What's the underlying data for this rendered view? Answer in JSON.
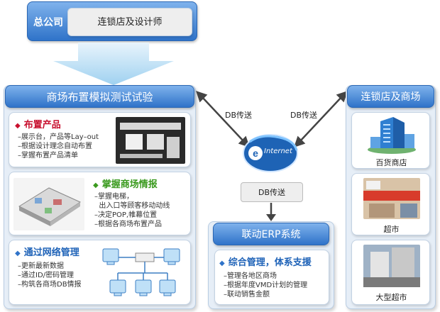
{
  "hq": {
    "label": "总公司",
    "box_label": "连锁店及设计师"
  },
  "sim": {
    "title": "商场布置模拟测试试验",
    "layout": {
      "title": "布置产品",
      "lines": [
        "–展示台，产品等Lay–out",
        "–根据设计理念自动布置",
        "–掌握布置产品清单"
      ]
    },
    "info": {
      "title": "掌握商场情报",
      "lines": [
        "–掌握电梯，",
        "  出入口等顾客移动动线",
        "–决定POP,帷幕位置",
        "–根据各商场布置产品"
      ]
    },
    "network": {
      "title": "通过网络管理",
      "lines": [
        "–更新最新数据",
        "–通过ID/密码管理",
        "–构筑各商场DB情报"
      ]
    }
  },
  "db": {
    "left": "DB传送",
    "right": "DB传送",
    "down": "DB传送"
  },
  "internet_label": "Internet",
  "erp": {
    "title": "联动ERP系统",
    "heading": "综合管理，体系支援",
    "lines": [
      "–管理各地区商场",
      "–根据年度VMD计划的管理",
      "–联动销售金额"
    ]
  },
  "stores": {
    "title": "连锁店及商场",
    "items": [
      "百货商店",
      "超市",
      "大型超市"
    ]
  },
  "colors": {
    "accent": "#2f73c9",
    "red_title": "#c8102e",
    "green_title": "#3a9a1e",
    "blue_title": "#1f63b8"
  }
}
